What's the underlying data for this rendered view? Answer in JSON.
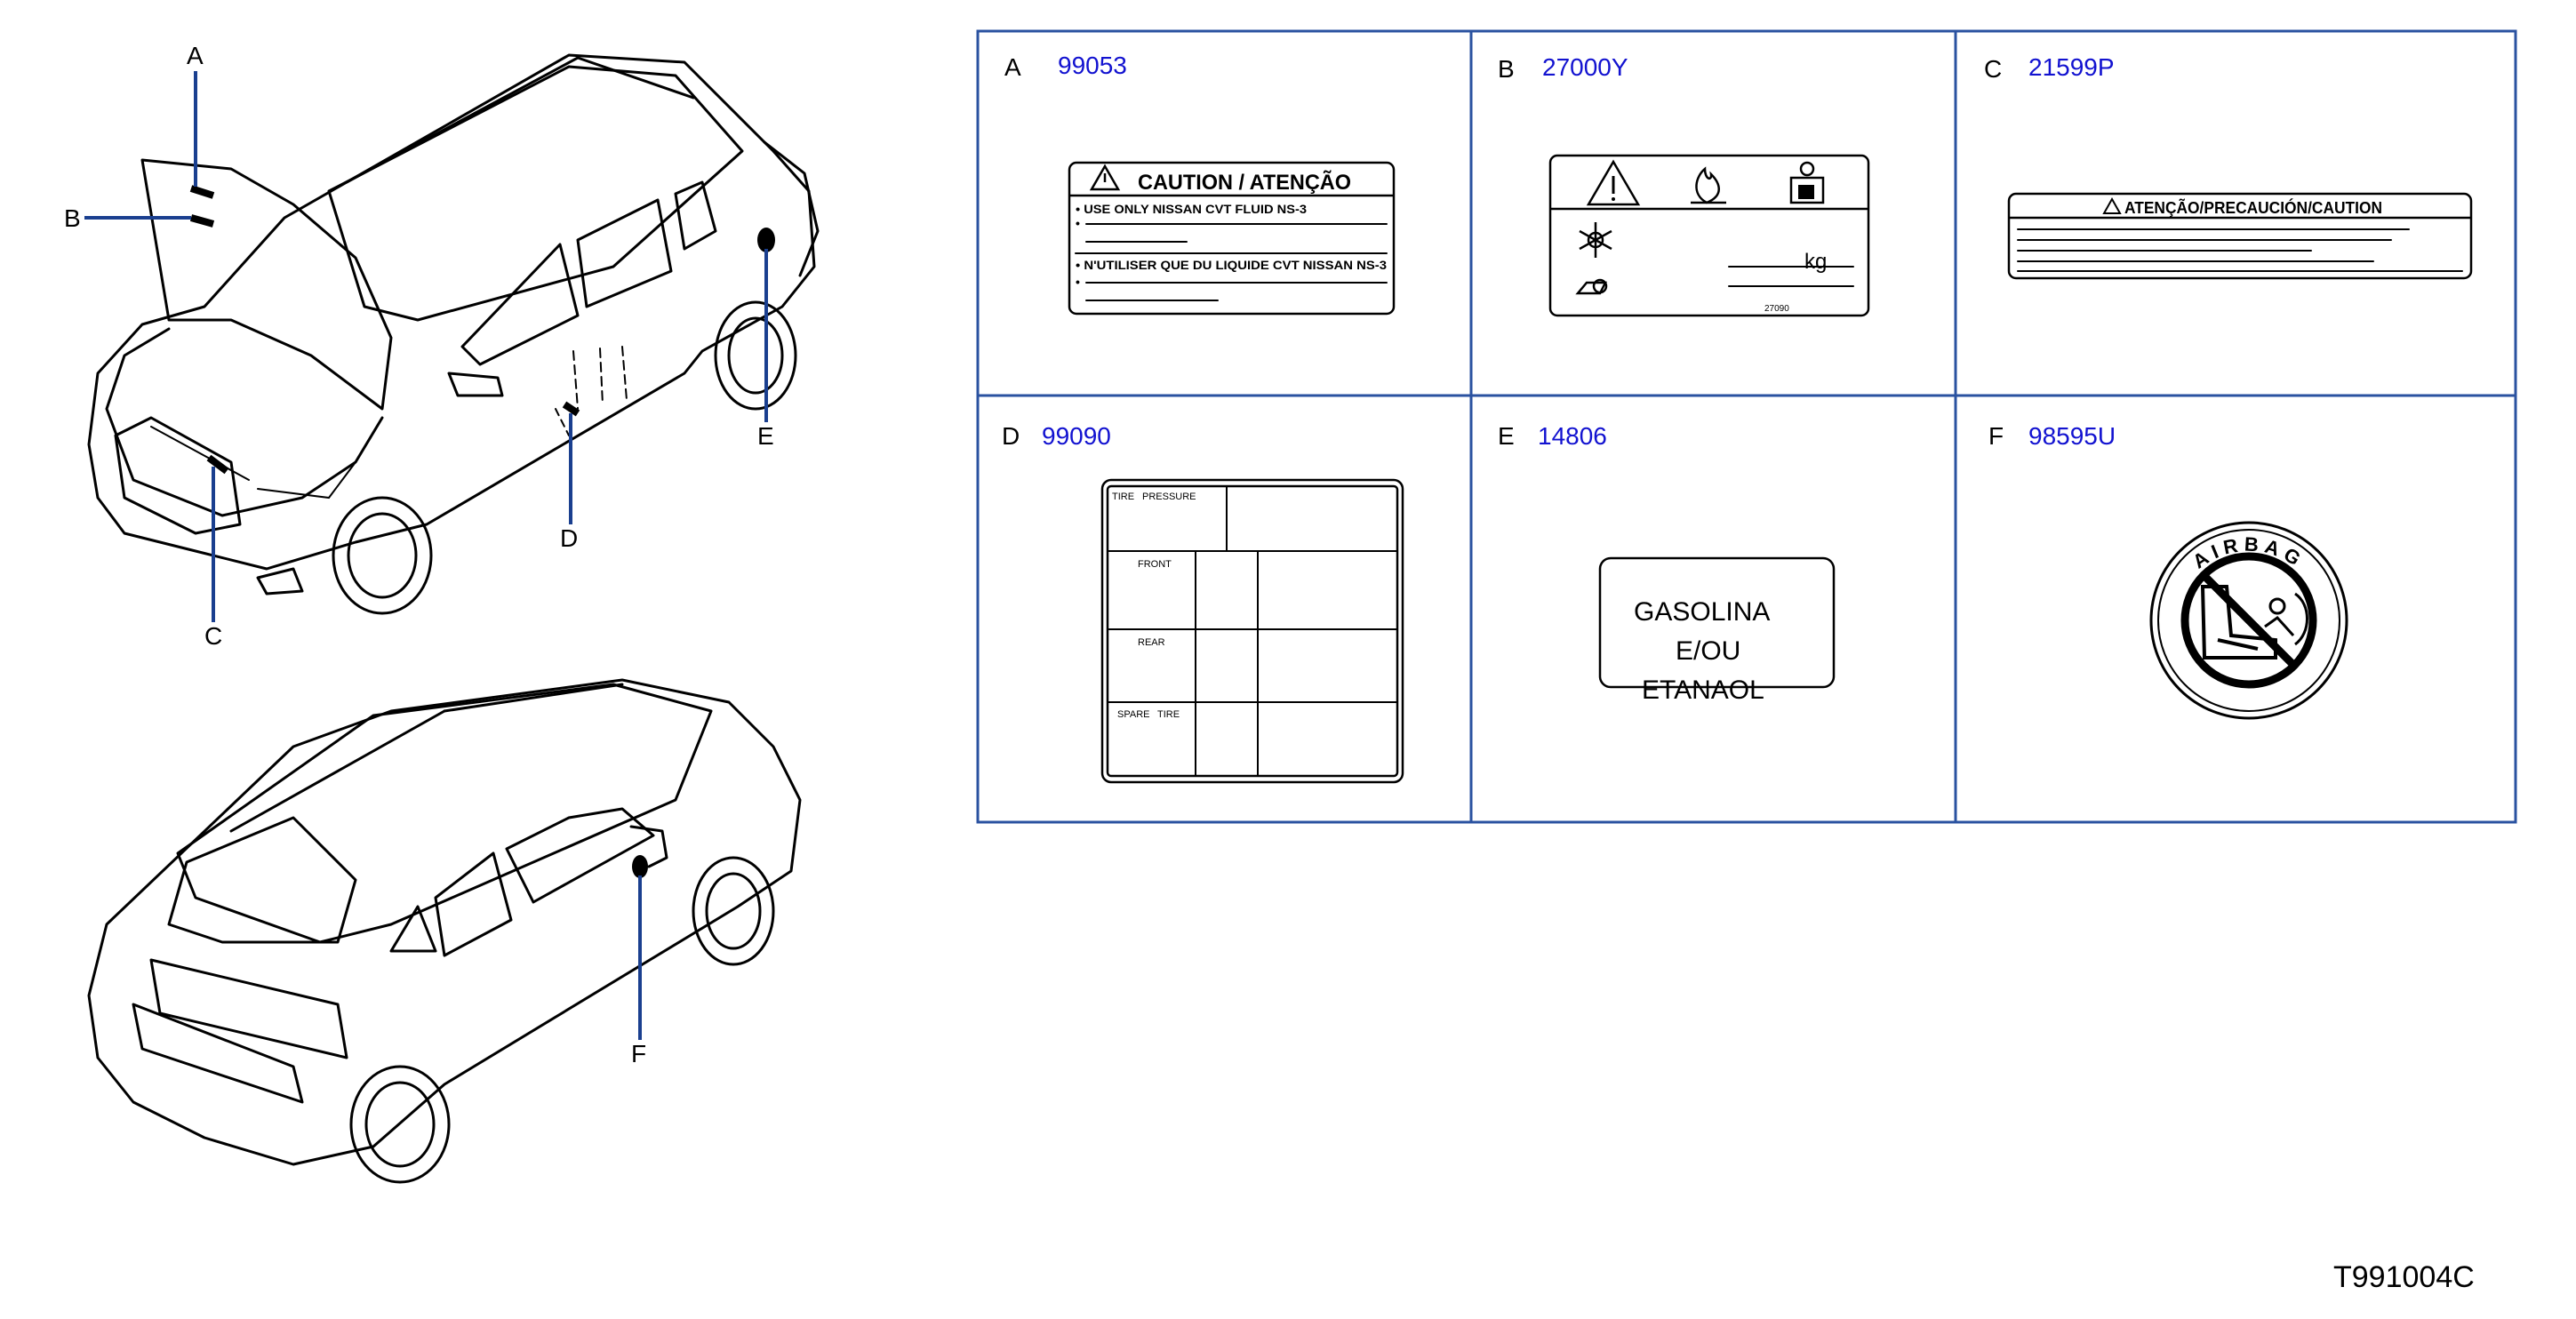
{
  "callouts": [
    "A",
    "B",
    "C",
    "D",
    "E",
    "F"
  ],
  "cells": [
    {
      "letter": "A",
      "part": "99053"
    },
    {
      "letter": "B",
      "part": "27000Y"
    },
    {
      "letter": "C",
      "part": "21599P"
    },
    {
      "letter": "D",
      "part": "99090"
    },
    {
      "letter": "E",
      "part": "14806"
    },
    {
      "letter": "F",
      "part": "98595U"
    }
  ],
  "label_a": {
    "title": "CAUTION / ATENÇÃO",
    "line1": "• USE ONLY NISSAN CVT FLUID NS-3",
    "bullet2": "•",
    "line3": "• N'UTILISER QUE DU LIQUIDE CVT NISSAN NS-3",
    "bullet4": "•"
  },
  "label_b": {
    "unit": "kg",
    "code": "27090"
  },
  "label_c": {
    "title": "ATENÇÃO/PRECAUCIÓN/CAUTION"
  },
  "label_d": {
    "tire": "TIRE",
    "pressure": "PRESSURE",
    "front": "FRONT",
    "rear": "REAR",
    "spare": "SPARE",
    "spare_tire": "TIRE"
  },
  "label_e": {
    "line1": "GASOLINA",
    "line2": "E/OU",
    "line3": "ETANAOL"
  },
  "label_f": {
    "text": "AIRBAG"
  },
  "diagram_code": "T991004C"
}
